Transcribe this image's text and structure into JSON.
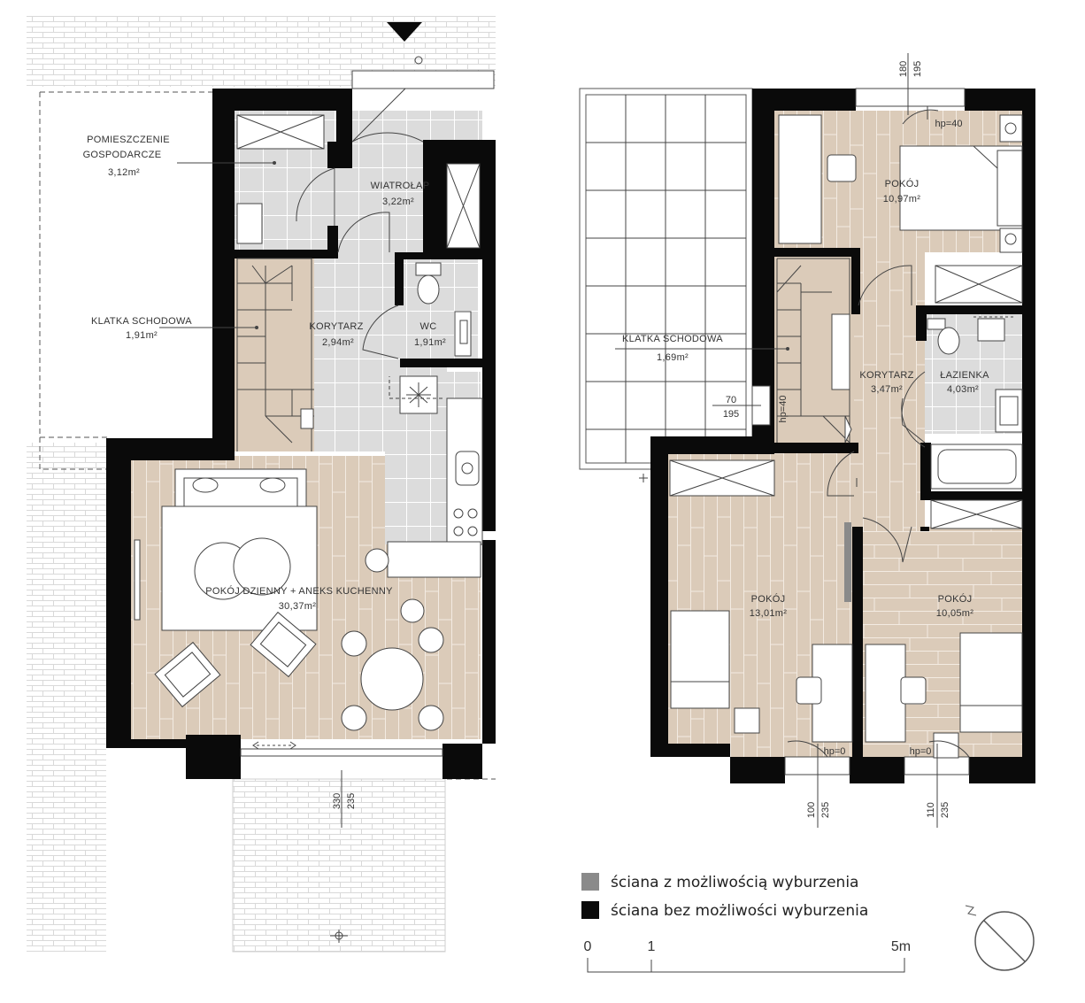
{
  "colors": {
    "wood_floor": "#dbcbb9",
    "tile_floor": "#dcdcdc",
    "wall_fixed": "#0a0a0a",
    "wall_removable": "#8a8a8a"
  },
  "ground_floor": {
    "rooms": [
      {
        "name": "POMIESZCZENIE",
        "name2": "GOSPODARCZE",
        "area": "3,12m²"
      },
      {
        "name": "WIATROŁAP",
        "area": "3,22m²"
      },
      {
        "name": "KLATKA SCHODOWA",
        "area": "1,91m²"
      },
      {
        "name": "KORYTARZ",
        "area": "2,94m²"
      },
      {
        "name": "WC",
        "area": "1,91m²"
      },
      {
        "name": "POKÓJ DZIENNY + ANEKS KUCHENNY",
        "area": "30,37m²"
      }
    ],
    "dims": {
      "door": "330",
      "door2": "235"
    }
  },
  "upper_floor": {
    "rooms": [
      {
        "name": "POKÓJ",
        "area": "10,97m²"
      },
      {
        "name": "KLATKA SCHODOWA",
        "area": "1,69m²"
      },
      {
        "name": "KORYTARZ",
        "area": "3,47m²"
      },
      {
        "name": "ŁAZIENKA",
        "area": "4,03m²"
      },
      {
        "name": "POKÓJ",
        "area": "13,01m²"
      },
      {
        "name": "POKÓJ",
        "area": "10,05m²"
      }
    ],
    "dims": {
      "top_a": "180",
      "top_b": "195",
      "stair_a": "70",
      "stair_b": "195",
      "left_a": "100",
      "left_b": "235",
      "right_a": "110",
      "right_b": "235"
    },
    "hp": {
      "top": "hp=40",
      "stair": "hp=40",
      "left": "hp=0",
      "right": "hp=0"
    }
  },
  "legend": {
    "removable": "ściana z możliwością wyburzenia",
    "fixed": "ściana bez możliwości wyburzenia"
  },
  "scale": {
    "zero": "0",
    "one": "1",
    "five": "5m"
  }
}
